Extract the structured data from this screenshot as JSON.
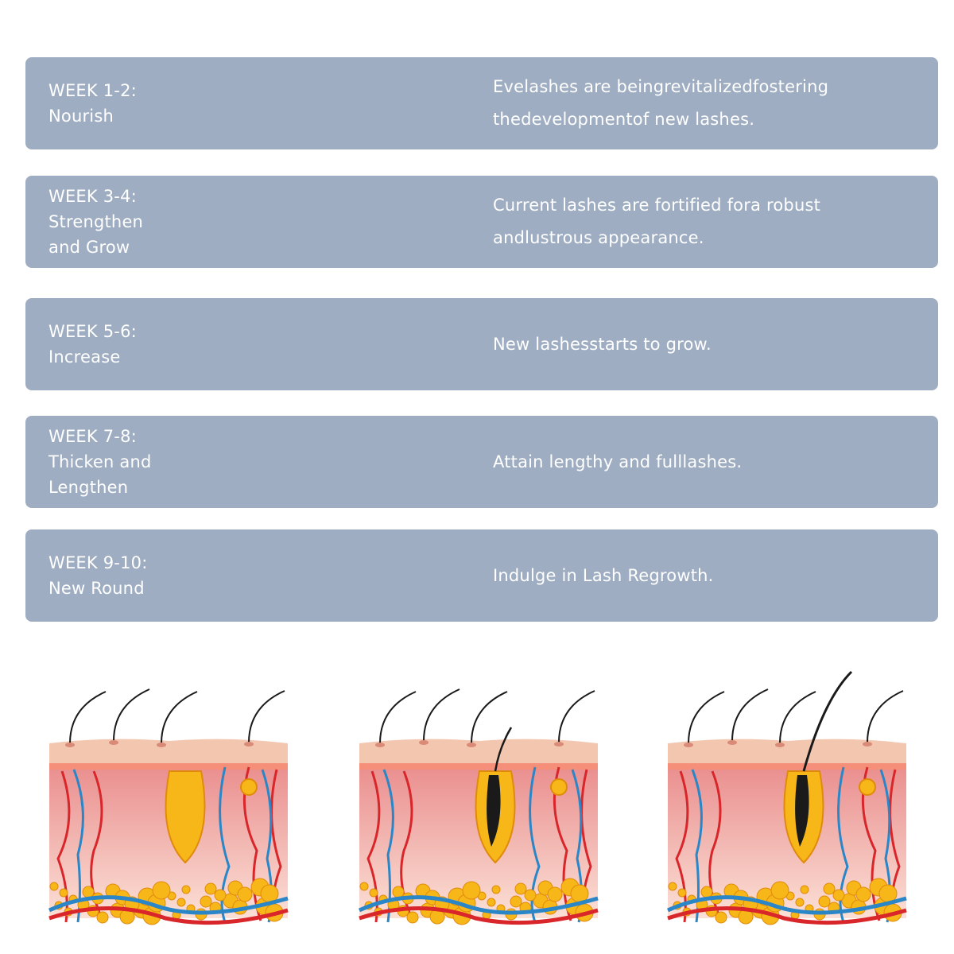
{
  "weeks": [
    {
      "title": "WEEK 1-2:",
      "subtitle": "Nourish",
      "description": "Evelashes are beingrevitalizedfostering thedevelopmentof new lashes."
    },
    {
      "title": "WEEK 3-4:",
      "subtitle": "Strengthen\nand Grow",
      "description": "Current lashes are fortified fora robust andlustrous appearance."
    },
    {
      "title": "WEEK 5-6:",
      "subtitle": "Increase",
      "description": "New lashesstarts to grow."
    },
    {
      "title": "WEEK 7-8:",
      "subtitle": "Thicken and\nLengthen",
      "description": "Attain lengthy and fulllashes."
    },
    {
      "title": "WEEK 9-10:",
      "subtitle": "New Round",
      "description": "Indulge in Lash Regrowth."
    }
  ],
  "colors": {
    "row_background": "#9eadc2",
    "text": "#ffffff",
    "skin_surface": "#f3c6b0",
    "dermis": "#f0a3a0",
    "vein_red": "#d8262b",
    "vein_blue": "#2a86c7",
    "fat_yellow": "#f7b718",
    "hair": "#1a1a1a"
  },
  "illustrations": [
    {
      "name": "skin-cross-section-1",
      "stage": "dormant-follicle"
    },
    {
      "name": "skin-cross-section-2",
      "stage": "new-hair-forming"
    },
    {
      "name": "skin-cross-section-3",
      "stage": "long-hair-grown"
    }
  ]
}
